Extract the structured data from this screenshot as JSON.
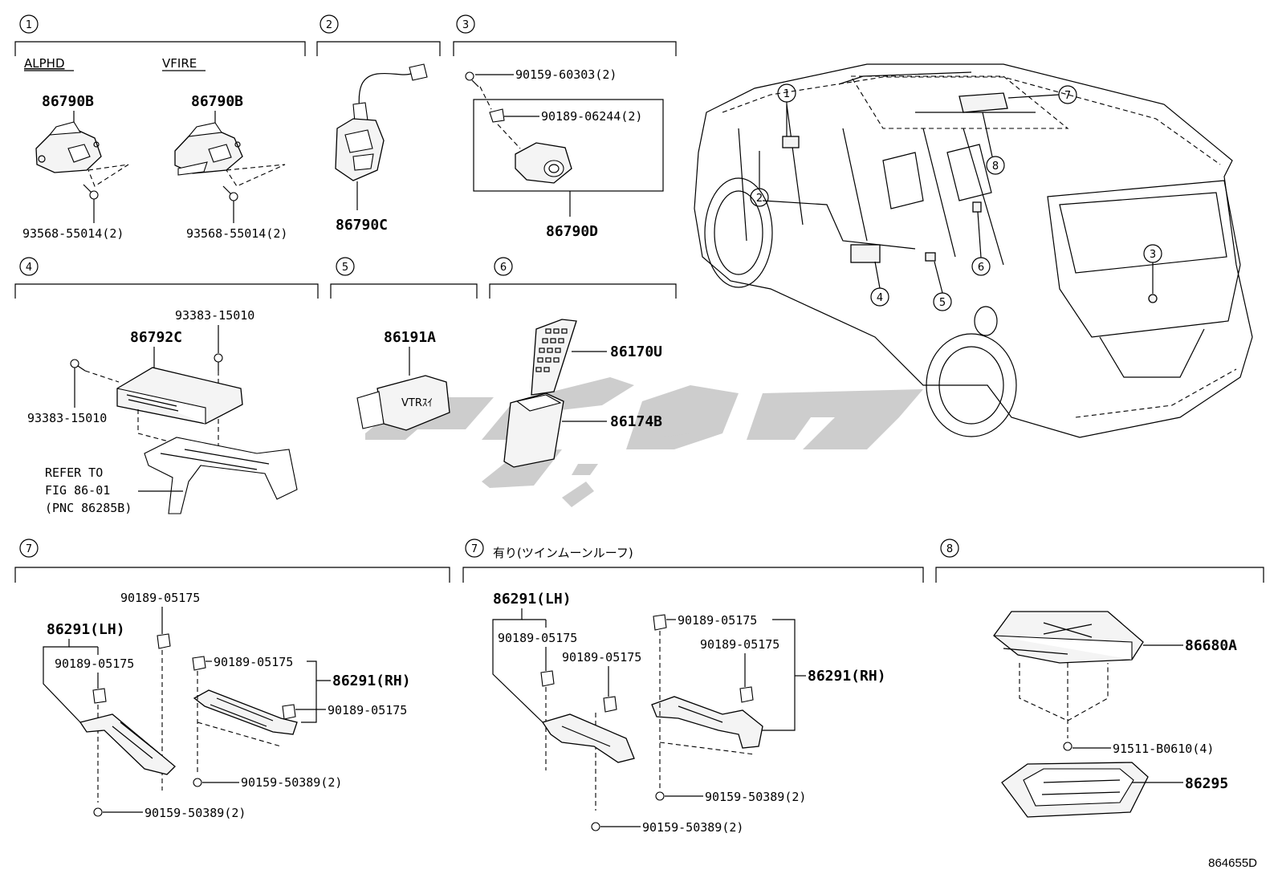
{
  "diagram_id": "864655D",
  "sections": {
    "s1": {
      "num": "1",
      "sub_a": "ALPHD",
      "sub_b": "VFIRE",
      "part_a": "86790B",
      "part_b": "86790B",
      "bolt_a": "93568-55014(2)",
      "bolt_b": "93568-55014(2)"
    },
    "s2": {
      "num": "2",
      "part": "86790C"
    },
    "s3": {
      "num": "3",
      "screw": "90159-60303(2)",
      "clip": "90189-06244(2)",
      "part": "86790D"
    },
    "s4": {
      "num": "4",
      "bolt_top": "93383-15010",
      "part": "86792C",
      "bolt_left": "93383-15010",
      "refer_1": "REFER TO",
      "refer_2": "FIG 86-01",
      "refer_3": "(PNC 86285B)"
    },
    "s5": {
      "num": "5",
      "part": "86191A",
      "device_text": "VTRｽｲ"
    },
    "s6": {
      "num": "6",
      "part_top": "86170U",
      "part_bottom": "86174B"
    },
    "s7": {
      "num": "7",
      "clip_top": "90189-05175",
      "bracket_lh": "86291(LH)",
      "clip_lh": "90189-05175",
      "clip_rh_top": "90189-05175",
      "bracket_rh": "86291(RH)",
      "clip_rh": "90189-05175",
      "screw_rh": "90159-50389(2)",
      "screw_bottom": "90159-50389(2)"
    },
    "s7b": {
      "num": "7",
      "title": "有り(ツインムーンルーフ)",
      "bracket_lh": "86291(LH)",
      "clip_lh": "90189-05175",
      "clip_mid": "90189-05175",
      "clip_rh_top": "90189-05175",
      "clip_rh": "90189-05175",
      "bracket_rh": "86291(RH)",
      "screw_rh": "90159-50389(2)",
      "screw_bottom": "90159-50389(2)"
    },
    "s8": {
      "num": "8",
      "part_top": "86680A",
      "screw": "91511-B0610(4)",
      "part_bottom": "86295"
    }
  },
  "vehicle_callouts": [
    "1",
    "2",
    "3",
    "4",
    "5",
    "6",
    "7",
    "8"
  ]
}
